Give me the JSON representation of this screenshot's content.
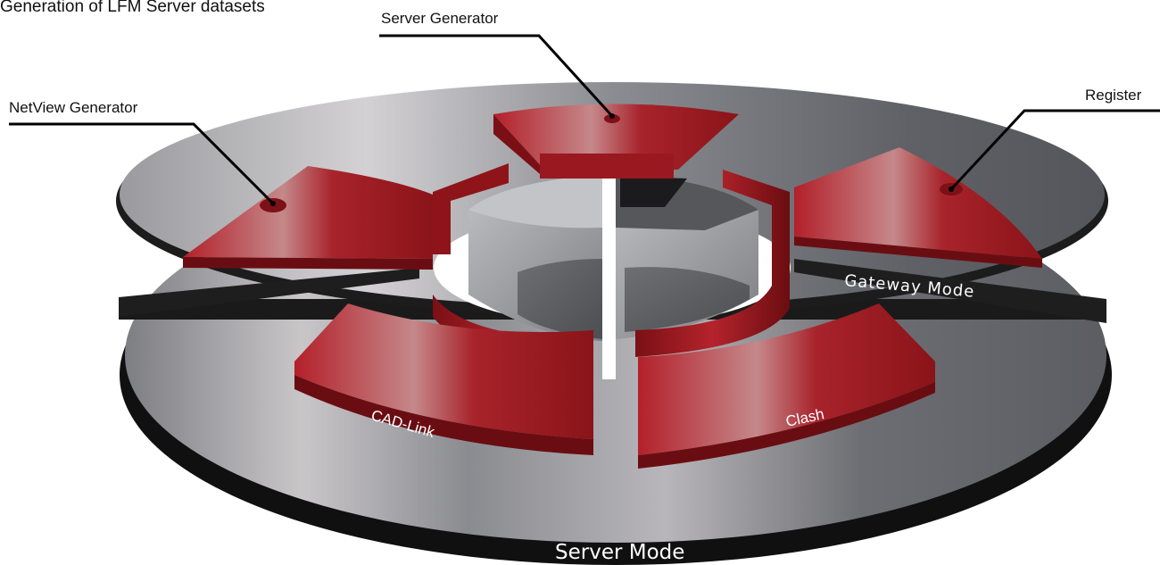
{
  "header": {
    "text": "Generation of LFM Server datasets"
  },
  "callouts": {
    "server_generator": "Server Generator",
    "netview_generator": "NetView Generator",
    "register": "Register"
  },
  "modes": {
    "server_mode": "Server Mode",
    "gateway_mode": "Gateway Mode"
  },
  "segments": {
    "cad_link": "CAD-Link",
    "clash": "Clash"
  },
  "colors": {
    "red_accent": "#a61d24",
    "red_dark": "#6e0f14",
    "disk_gray": "#8f9095",
    "rim_black": "#121212"
  }
}
